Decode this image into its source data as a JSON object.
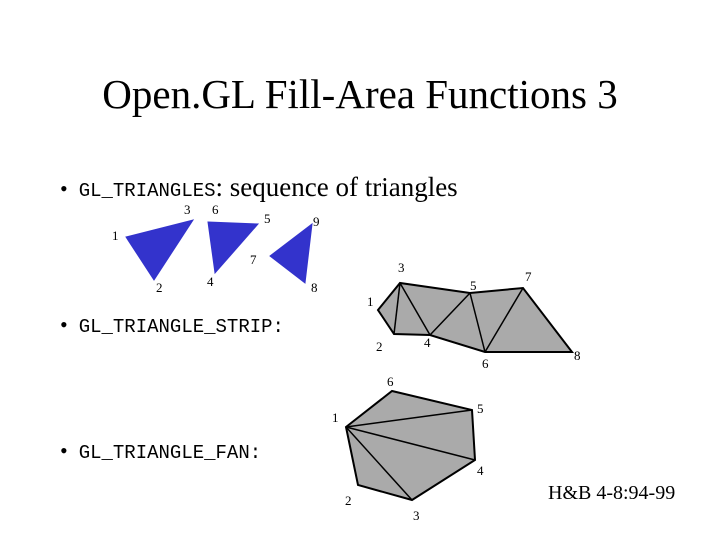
{
  "title": "Open.GL Fill-Area Functions 3",
  "bullets": {
    "symbol": "•",
    "triangles_code": "GL_TRIANGLES",
    "triangles_desc": ": sequence of triangles",
    "strip_code": "GL_TRIANGLE_STRIP",
    "strip_suffix": ":",
    "fan_code": "GL_TRIANGLE_FAN",
    "fan_suffix": ":"
  },
  "labels": {
    "tri": [
      "1",
      "2",
      "3",
      "4",
      "5",
      "6",
      "7",
      "8",
      "9"
    ],
    "strip": [
      "1",
      "2",
      "3",
      "4",
      "5",
      "6",
      "7",
      "8"
    ],
    "fan": [
      "1",
      "2",
      "3",
      "4",
      "5",
      "6"
    ]
  },
  "reference": "H&B 4-8:94-99",
  "colors": {
    "triangle_fill": "#3333cc",
    "strip_fill": "#aaaaaa",
    "stroke": "#000000"
  }
}
